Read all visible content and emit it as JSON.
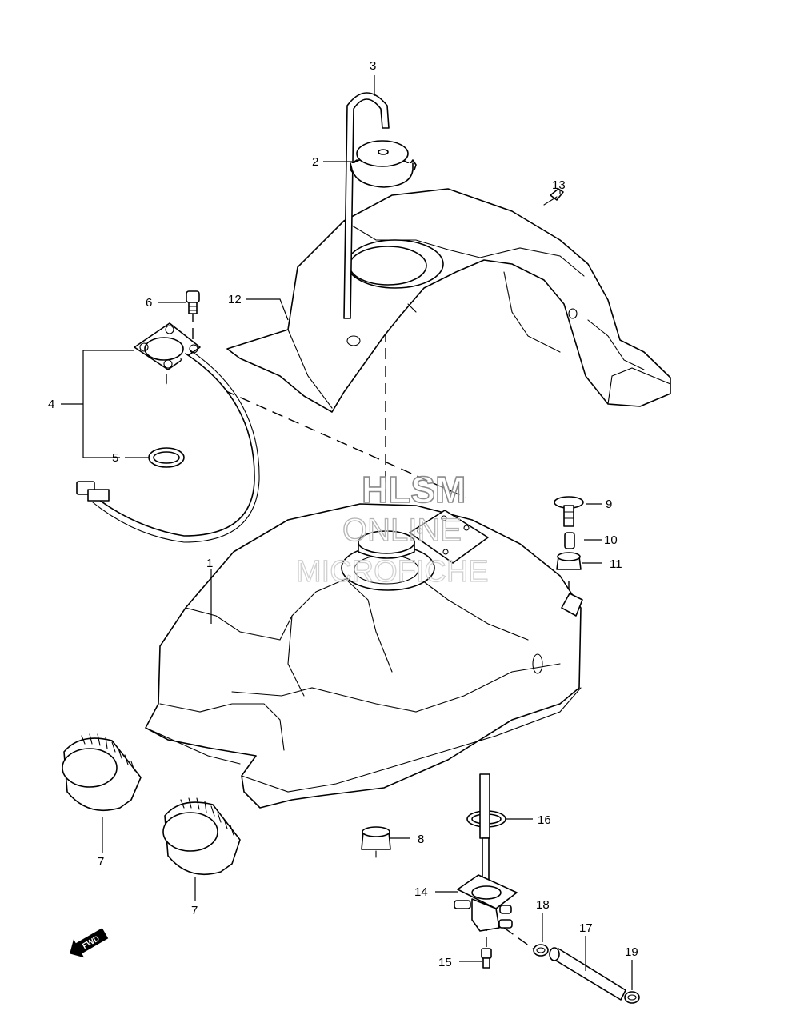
{
  "callouts": {
    "c1": "1",
    "c2": "2",
    "c3": "3",
    "c4": "4",
    "c5": "5",
    "c6": "6",
    "c7a": "7",
    "c7b": "7",
    "c8": "8",
    "c9": "9",
    "c10": "10",
    "c11": "11",
    "c12": "12",
    "c13": "13",
    "c14": "14",
    "c15": "15",
    "c16": "16",
    "c17": "17",
    "c18": "18",
    "c19": "19"
  },
  "watermark": {
    "line1": "HLSM",
    "line2": "ONLINE",
    "line3": "MICROFICHE"
  },
  "fwd_label": "FWD"
}
